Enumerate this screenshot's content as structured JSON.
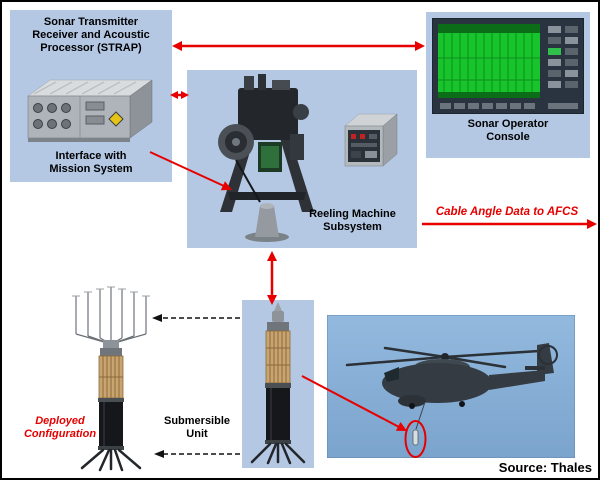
{
  "colors": {
    "panel_blue": "#b4c8e4",
    "arrow_red": "#e60000",
    "screen_green": "#17c42c",
    "sky_blue": "#8fb6dc",
    "cage_gold": "#caa46f"
  },
  "strap": {
    "title": "Sonar Transmitter\nReceiver and Acoustic\nProcessor (STRAP)",
    "caption": "Interface with\nMission System"
  },
  "console": {
    "caption": "Sonar Operator\nConsole"
  },
  "reeling": {
    "caption": "Reeling Machine\nSubsystem"
  },
  "afcs": {
    "label": "Cable Angle Data to AFCS"
  },
  "deployed": {
    "caption": "Deployed\nConfiguration"
  },
  "submersible": {
    "caption": "Submersible\nUnit"
  },
  "source": {
    "label": "Source: Thales"
  }
}
